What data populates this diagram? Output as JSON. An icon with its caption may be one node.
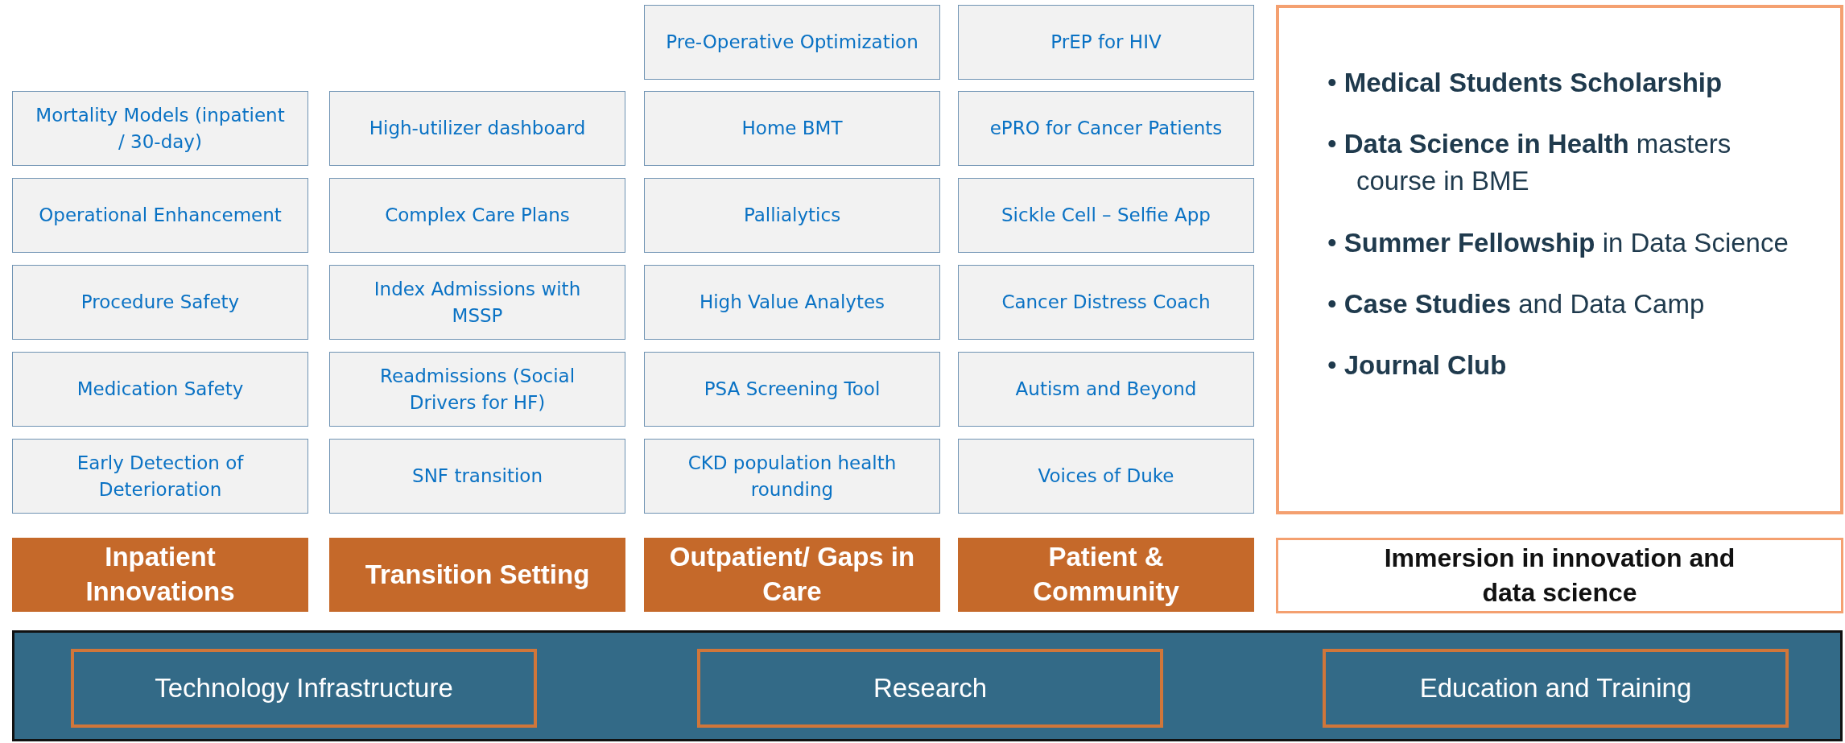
{
  "diagram": {
    "nodes": [
      {
        "text": [
          "Mortality Models (inpatient / 30-day)"
        ]
      },
      {
        "text": [
          "Operational Enhancement"
        ]
      },
      {
        "text": [
          "Procedure Safety"
        ]
      },
      {
        "text": [
          "Medication Safety"
        ]
      },
      {
        "text": [
          "Early Detection of Deterioration"
        ]
      },
      {
        "text": [
          "High-utilizer dashboard"
        ]
      },
      {
        "text": [
          "Complex Care Plans"
        ]
      },
      {
        "text": [
          "Index Admissions with MSSP"
        ]
      },
      {
        "text": [
          "Readmissions (Social Drivers for HF)"
        ]
      },
      {
        "text": [
          "SNF transition"
        ]
      },
      {
        "text": [
          "Pre-Operative Optimization"
        ]
      },
      {
        "text": [
          "Home BMT"
        ]
      },
      {
        "text": [
          "Pallialytics"
        ]
      },
      {
        "text": [
          "High Value Analytes"
        ]
      },
      {
        "text": [
          "PSA Screening Tool"
        ]
      },
      {
        "text": [
          "CKD population health rounding"
        ]
      },
      {
        "text": [
          "PrEP for HIV"
        ]
      },
      {
        "text": [
          "ePRO for Cancer Patients"
        ]
      },
      {
        "text": [
          "Sickle Cell – Selfie App"
        ]
      },
      {
        "text": [
          "Cancer Distress Coach"
        ]
      },
      {
        "text": [
          "Autism and Beyond"
        ]
      },
      {
        "text": [
          "Voices of Duke"
        ]
      },
      {
        "text": [
          "• **Medical Students Scholarship**",
          "• **Data Science in Health** masters course in BME",
          "• **Summer Fellowship** in Data Science",
          "• **Case Studies** and Data Camp",
          "• **Journal Club**"
        ]
      },
      {
        "text": [
          "Inpatient Innovations"
        ]
      },
      {
        "text": [
          "Transition Setting"
        ]
      },
      {
        "text": [
          "Outpatient/ Gaps in Care"
        ]
      },
      {
        "text": [
          "Patient & Community"
        ]
      },
      {
        "text": [
          "Immersion in innovation and data science"
        ]
      },
      {
        "text": [],
        "shape": "bar"
      },
      {
        "text": [
          "Technology Infrastructure"
        ],
        "in": 28
      },
      {
        "text": [
          "Research"
        ],
        "in": 28
      },
      {
        "text": [
          "Education and Training"
        ],
        "in": 28
      }
    ],
    "edges": []
  }
}
